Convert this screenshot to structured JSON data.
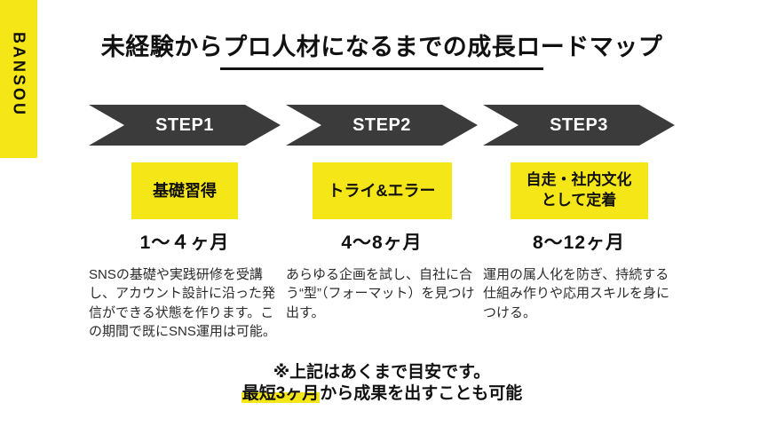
{
  "brand": {
    "name": "BANSOU"
  },
  "header": {
    "title": "未経験からプロ人材になるまでの成長ロードマップ"
  },
  "colors": {
    "brand_yellow": "#f5e617",
    "arrow_dark": "#3b3b3b",
    "title_black": "#111111",
    "body_text": "#2b2b2b"
  },
  "steps": [
    {
      "label": "STEP1",
      "box_lines": [
        "基礎習得"
      ],
      "duration": "1〜４ヶ月",
      "description": "SNSの基礎や実践研修を受講し、アカウント設計に沿った発信ができる状態を作ります。この期間で既にSNS運用は可能。"
    },
    {
      "label": "STEP2",
      "box_lines": [
        "トライ&エラー"
      ],
      "duration": "4〜8ヶ月",
      "description": "あらゆる企画を試し、自社に合う“型”（フォーマット）を見つけ出す。"
    },
    {
      "label": "STEP3",
      "box_lines": [
        "自走・社内文化",
        "として定着"
      ],
      "duration": "8〜12ヶ月",
      "description": "運用の属人化を防ぎ、持続する仕組み作りや応用スキルを身につける。"
    }
  ],
  "footer": {
    "note_line1": "※上記はあくまで目安です。",
    "note_line2_highlight": "最短3ヶ月",
    "note_line2_rest": "から成果を出すことも可能"
  }
}
